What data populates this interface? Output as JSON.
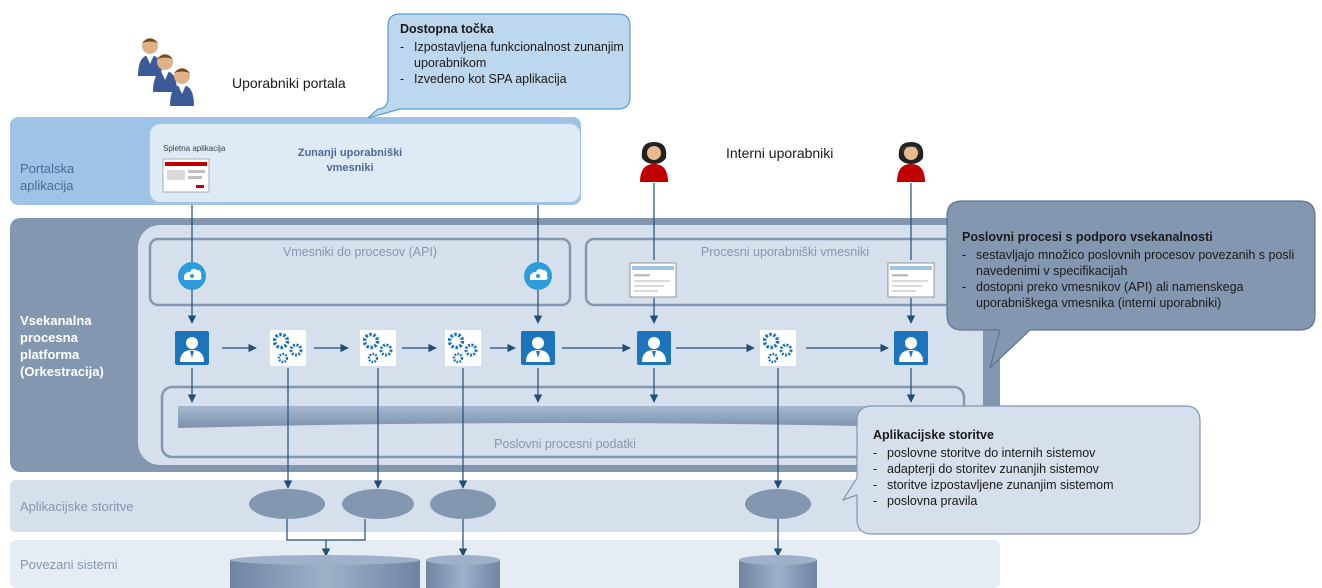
{
  "top": {
    "portal_users": "Uporabniki portala",
    "internal_users": "Interni uporabniki"
  },
  "callouts": {
    "access_point": {
      "title": "Dostopna točka",
      "items": [
        "Izpostavljena funkcionalnost zunanjim uporabnikom",
        "Izvedeno kot SPA aplikacija"
      ]
    },
    "business_processes": {
      "title": "Poslovni procesi s podporo vsekanalnosti",
      "items": [
        "sestavljajo množico poslovnih procesov povezanih s posli navedenimi v specifikacijah",
        "dostopni preko vmesnikov (API) ali namenskega uporabniškega vmesnika  (interni uporabniki)"
      ]
    },
    "app_services": {
      "title": "Aplikacijske storitve",
      "items": [
        "poslovne storitve do internih sistemov",
        "adapterji do storitev zunanjih sistemov",
        "storitve izpostavljene zunanjim sistemom",
        "poslovna pravila"
      ]
    }
  },
  "layers": {
    "portal": {
      "label": "Portalska aplikacija",
      "web_app": "Spletna aplikacija",
      "external_ui": "Zunanji uporabniški vmesniki"
    },
    "platform": {
      "label": "Vsekanalna procesna platforma (Orkestracija)",
      "api": "Vmesniki do procesov (API)",
      "process_ui": "Procesni uporabniški vmesniki",
      "process_data": "Poslovni procesni podatki"
    },
    "app_services": {
      "label": "Aplikacijske storitve"
    },
    "connected": {
      "label": "Povezani sistemi"
    }
  },
  "colors": {
    "portal_band": "#9dc3e6",
    "platform_band": "#8497b0",
    "inner_panel": "#d6dfec",
    "callout_light": "#bdd7ee",
    "callout_dark": "#8497b0",
    "node_blue": "#1c75bc",
    "service_ellipse": "#8497b0"
  }
}
